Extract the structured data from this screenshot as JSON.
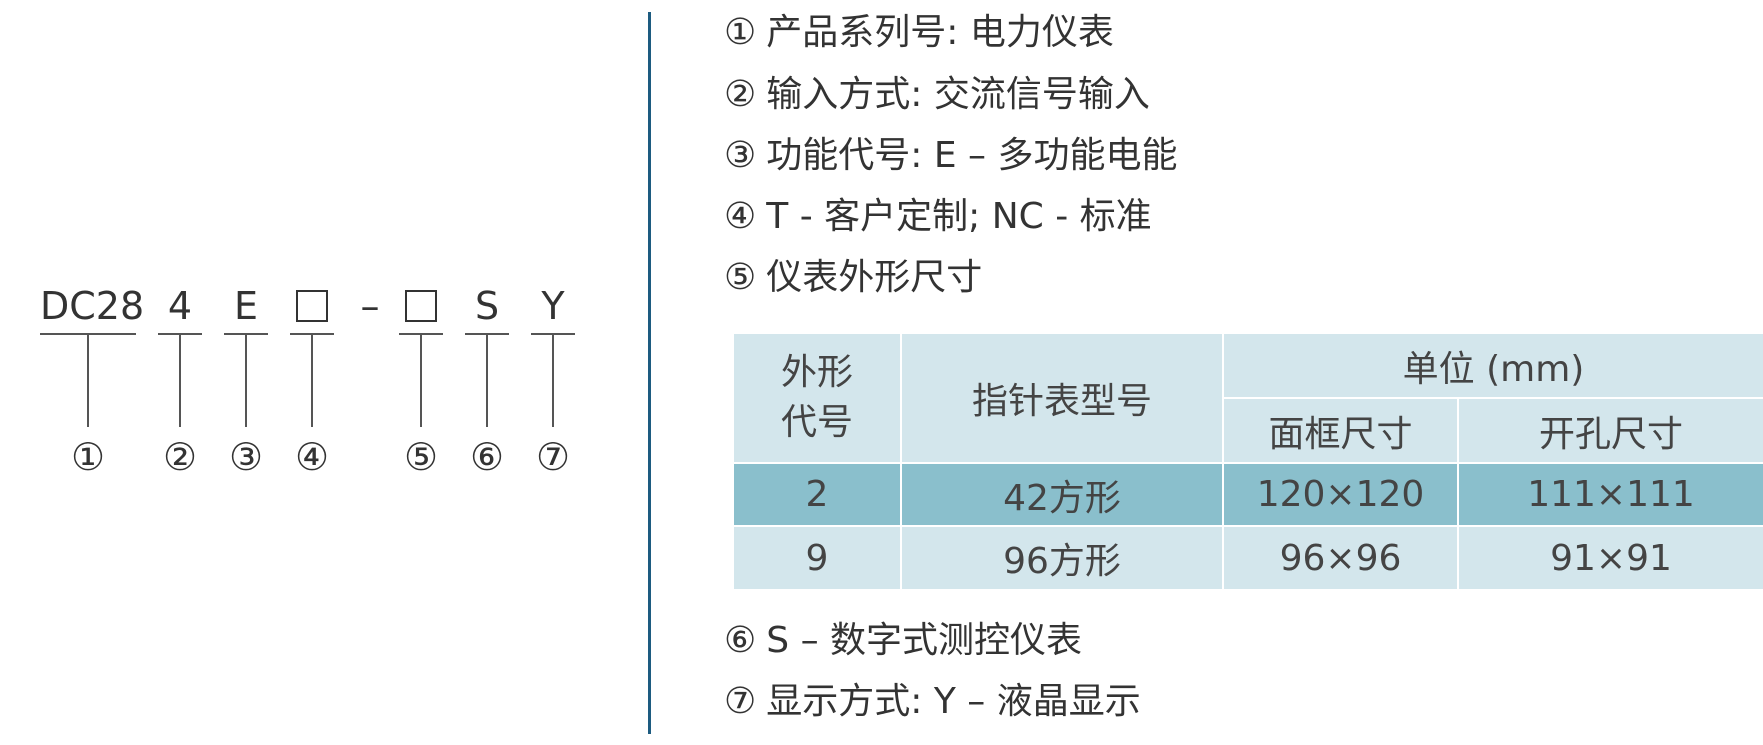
{
  "code_diagram": {
    "segments": [
      {
        "code": "DC28",
        "num": "①"
      },
      {
        "code": "4",
        "num": "②"
      },
      {
        "code": "E",
        "num": "③"
      },
      {
        "code": "",
        "num": "④"
      },
      {
        "code": "",
        "num": "⑤"
      },
      {
        "code": "S",
        "num": "⑥"
      },
      {
        "code": "Y",
        "num": "⑦"
      }
    ],
    "separator": "–"
  },
  "legend": [
    {
      "num": "①",
      "text": "产品系列号: 电力仪表"
    },
    {
      "num": "②",
      "text": "输入方式: 交流信号输入"
    },
    {
      "num": "③",
      "text": "功能代号: E – 多功能电能"
    },
    {
      "num": "④",
      "text": "T - 客户定制; NC - 标准"
    },
    {
      "num": "⑤",
      "text": "仪表外形尺寸"
    },
    {
      "num": "⑥",
      "text": "S – 数字式测控仪表"
    },
    {
      "num": "⑦",
      "text": "显示方式: Y – 液晶显示"
    }
  ],
  "table": {
    "header_shape_code_line1": "外形",
    "header_shape_code_line2": "代号",
    "header_model": "指针表型号",
    "header_unit": "单位 (mm)",
    "header_panel": "面框尺寸",
    "header_cutout": "开孔尺寸",
    "rows": [
      {
        "code": "2",
        "model": "42方形",
        "panel": "120×120",
        "cutout": "111×111"
      },
      {
        "code": "9",
        "model": "96方形",
        "panel": "96×96",
        "cutout": "91×91"
      }
    ]
  }
}
